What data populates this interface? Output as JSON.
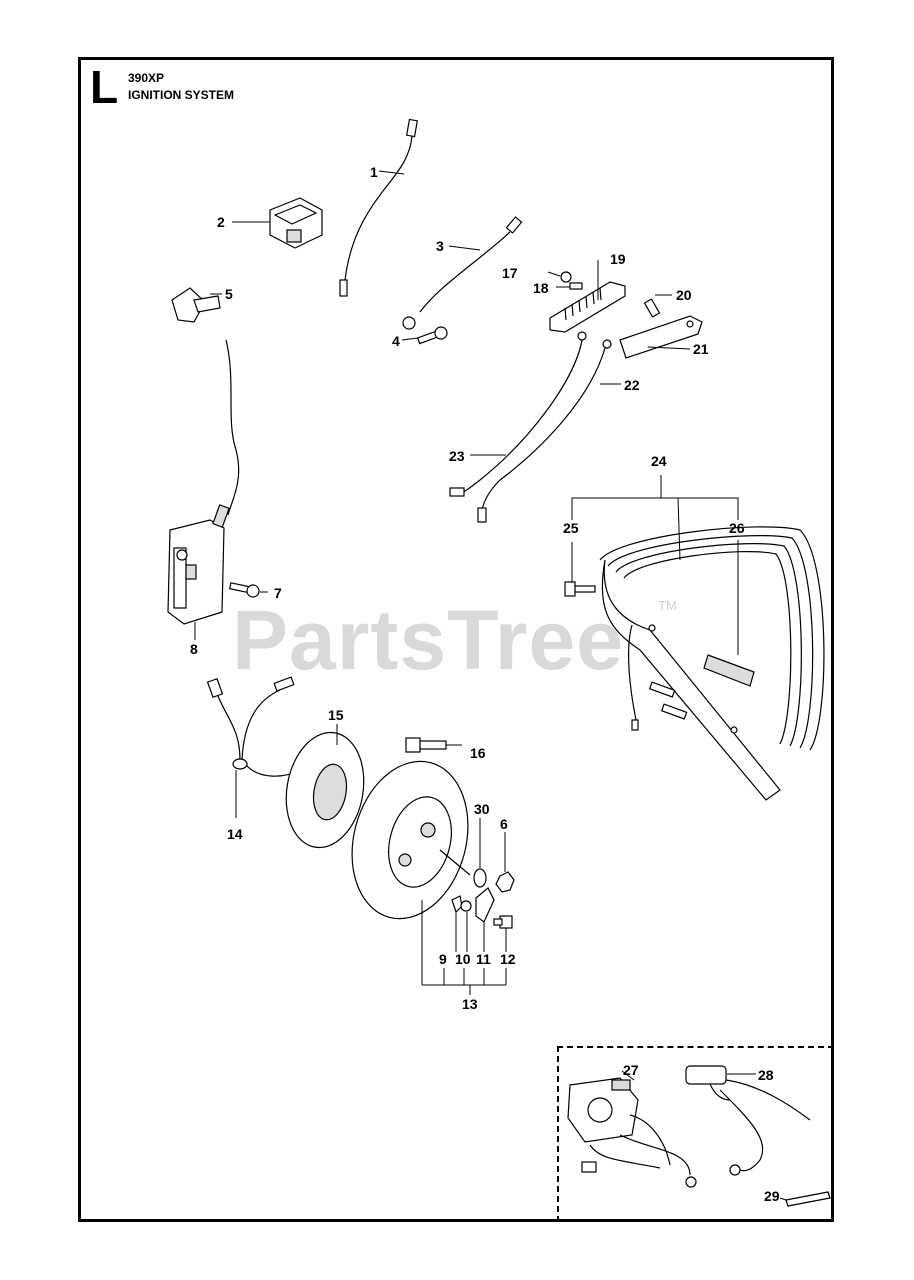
{
  "header": {
    "section_letter": "L",
    "model": "390XP",
    "title": "IGNITION SYSTEM"
  },
  "watermark": {
    "text": "PartsTree",
    "trademark": "TM"
  },
  "callouts": {
    "c1": "1",
    "c2": "2",
    "c3": "3",
    "c4": "4",
    "c5": "5",
    "c6": "6",
    "c7": "7",
    "c8": "8",
    "c9": "9",
    "c10": "10",
    "c11": "11",
    "c12": "12",
    "c13": "13",
    "c14": "14",
    "c15": "15",
    "c16": "16",
    "c17": "17",
    "c18": "18",
    "c19": "19",
    "c20": "20",
    "c21": "21",
    "c22": "22",
    "c23": "23",
    "c24": "24",
    "c25": "25",
    "c26": "26",
    "c27": "27",
    "c28": "28",
    "c29": "29",
    "c30": "30"
  }
}
